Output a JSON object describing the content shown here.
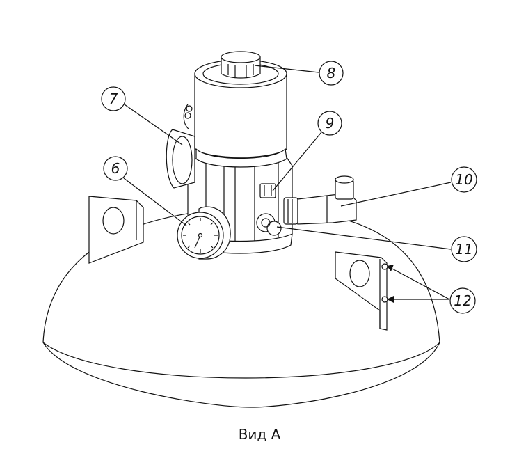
{
  "caption": "Вид А",
  "callouts": [
    {
      "id": "6",
      "label": "6"
    },
    {
      "id": "7",
      "label": "7"
    },
    {
      "id": "8",
      "label": "8"
    },
    {
      "id": "9",
      "label": "9"
    },
    {
      "id": "10",
      "label": "10"
    },
    {
      "id": "11",
      "label": "11"
    },
    {
      "id": "12",
      "label": "12"
    }
  ]
}
